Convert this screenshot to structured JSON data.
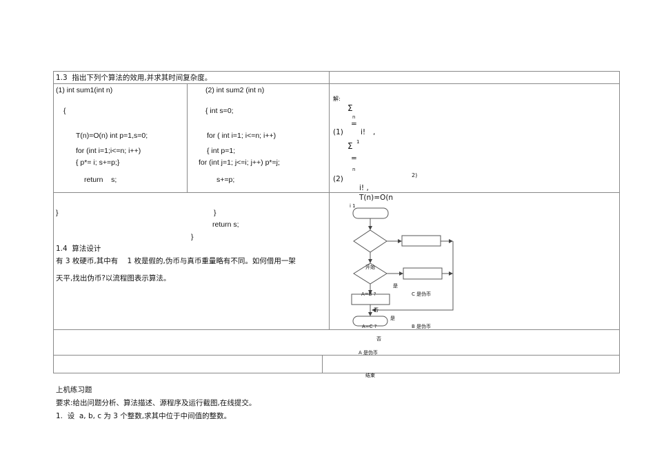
{
  "q13": {
    "title": "1.3  指出下列个算法的效用,并求其时间复杂度。",
    "code1": [
      "(1) int sum1(int n)",
      "{",
      "T(n)=O(n) int p=1,s=0;",
      "for (int i=1;i<=n; i++)",
      "{ p*= i; s+=p;}",
      "return    s;",
      "}"
    ],
    "code2": [
      "(2) int sum2 (int n)",
      "{ int s=0;",
      "for ( int i=1; i<=n; i++)",
      "{ int p=1;",
      "for (int j=1; j<=i; j++) p*=j;",
      "s+=p;",
      "}",
      "return s;",
      "}"
    ],
    "answer": {
      "label": "解:",
      "sigma": "Σ",
      "n": "n",
      "eq": "=",
      "item1": "(1)",
      "ifact": "i!",
      "comma": ",",
      "sup1": "1",
      "item2": "(2)",
      "sup2": "2)",
      "ifact2": "i! ,",
      "tn": "T(n)=O(n",
      "i1": "i 1"
    }
  },
  "q14": {
    "title": "1.4  算法设计",
    "line1": "有 3 枚硬币,其中有    1 枚是假的,伪币与真币重量略有不同。如何借用一架",
    "line2": "天平,找出伪币?以流程图表示算法。"
  },
  "flowchart": {
    "start": "开始",
    "ab": "A=B ?",
    "ac": "A=C ?",
    "yes1": "是",
    "yes2": "是",
    "no1": "否",
    "no2": "否",
    "c_fake": "C 是伪币",
    "b_fake": "B 是伪币",
    "a_fake": "A 是伪币",
    "end": "结束"
  },
  "lab": {
    "title": "上机练习题",
    "req": "要求:给出问题分析、算法描述、源程序及运行截图,在线提交。",
    "item1": "1.  设  a, b, c 为 3 个整数,求其中位于中间值的整数。"
  }
}
